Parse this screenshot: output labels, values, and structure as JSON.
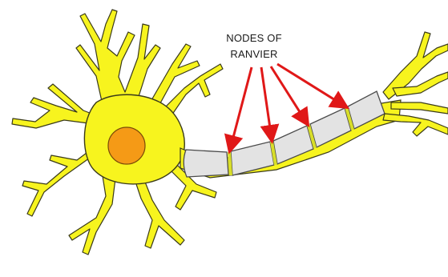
{
  "callout": {
    "line1": "NODES OF",
    "line2": "RANVIER"
  },
  "colors": {
    "neuron_fill": "#f7f41e",
    "neuron_outline": "#3a3a1a",
    "nucleus_fill": "#f59a16",
    "myelin_fill": "#e3e3e3",
    "node_color": "#d8de2a",
    "arrow_color": "#e01818"
  },
  "parts": [
    "cell-body",
    "nucleus",
    "dendrites",
    "axon",
    "myelin-sheath",
    "nodes-of-ranvier",
    "axon-terminal"
  ]
}
